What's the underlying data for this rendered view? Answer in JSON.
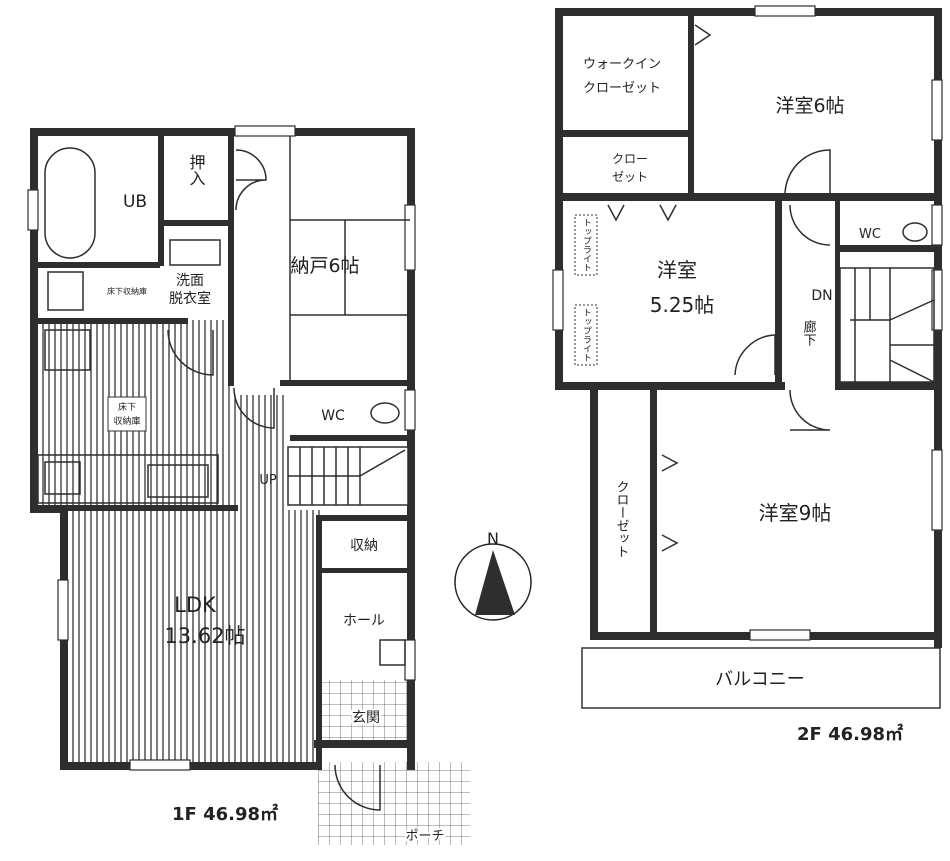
{
  "floor1": {
    "area_label": "1F 46.98㎡",
    "rooms": {
      "bath": "UB",
      "closet": "押入",
      "storage_room": "納戸6帖",
      "washroom_line1": "洗面",
      "washroom_line2": "脱衣室",
      "underfloor_storage_wash": "床下収納庫",
      "underfloor_storage_kitchen_line1": "床下",
      "underfloor_storage_kitchen_line2": "収納庫",
      "wc": "WC",
      "stairs_up": "UP",
      "ldk_line1": "LDK",
      "ldk_line2": "13.62帖",
      "storage": "収納",
      "hall": "ホール",
      "entrance": "玄関",
      "porch": "ポーチ"
    }
  },
  "floor2": {
    "area_label": "2F 46.98㎡",
    "rooms": {
      "walk_in_closet_line1": "ウォークイン",
      "walk_in_closet_line2": "クローゼット",
      "western_room_6": "洋室6帖",
      "closet_line1": "クロー",
      "closet_line2": "ゼット",
      "western_room_525_line1": "洋室",
      "western_room_525_line2": "5.25帖",
      "top_light": "トップライト",
      "wc": "WC",
      "stairs_down": "DN",
      "corridor": "廊下",
      "western_room_9": "洋室9帖",
      "closet_vertical": "クローゼット",
      "balcony": "バルコニー"
    }
  },
  "compass": {
    "label": "N"
  }
}
